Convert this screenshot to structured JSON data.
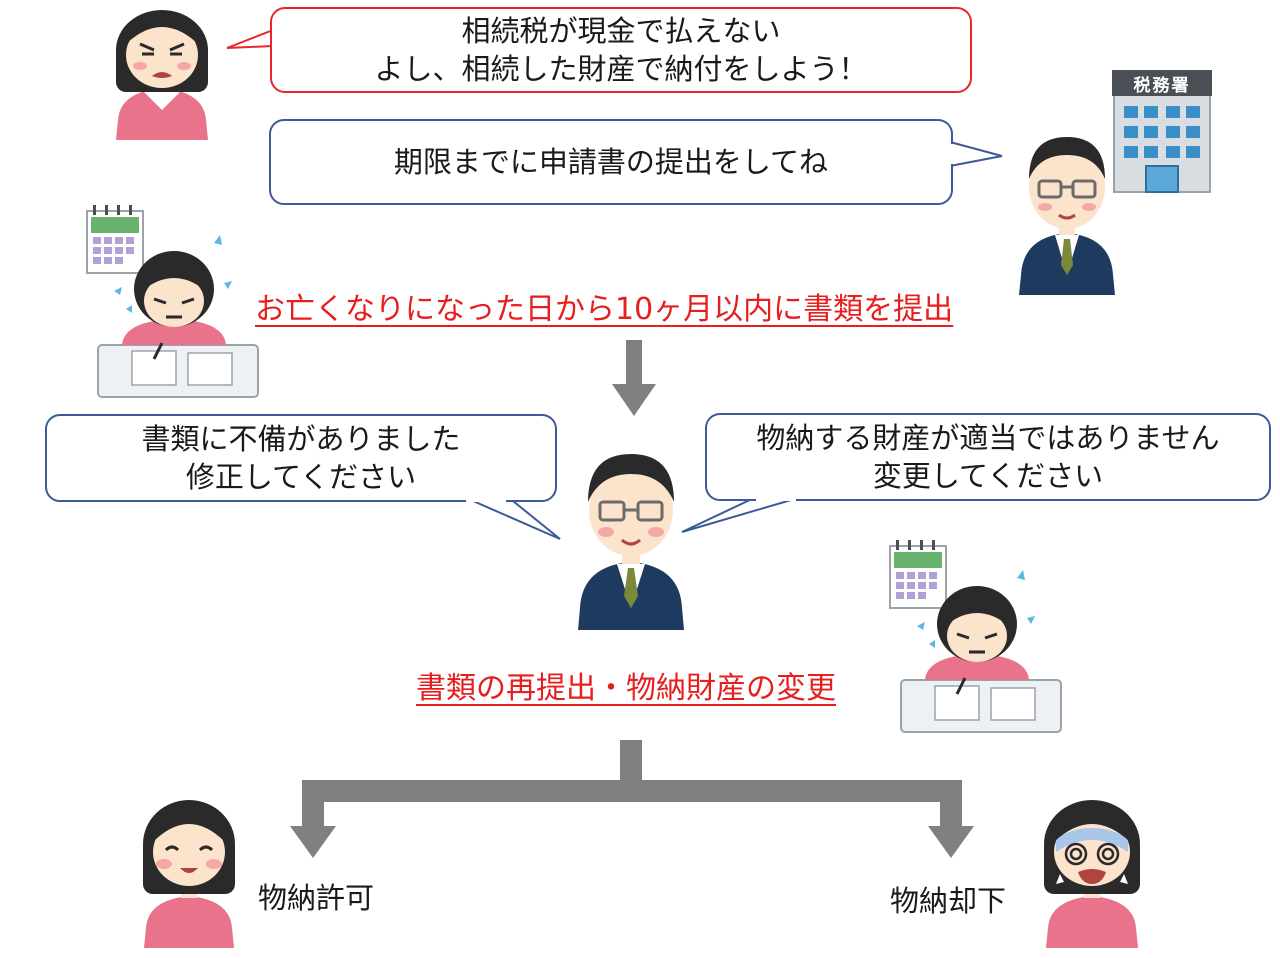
{
  "bubbles": {
    "top_left": {
      "line1": "相続税が現金で払えない",
      "line2": "よし、相続した財産で納付をしよう！"
    },
    "top_right": {
      "line1": "期限までに申請書の提出をしてね"
    },
    "mid_left": {
      "line1": "書類に不備がありました",
      "line2": "修正してください"
    },
    "mid_right": {
      "line1": "物納する財産が適当ではありません",
      "line2": "変更してください"
    }
  },
  "steps": {
    "step1": "お亡くなりになった日から10ヶ月以内に書類を提出",
    "step2": "書類の再提出・物納財産の変更"
  },
  "outcomes": {
    "approved": "物納許可",
    "rejected": "物納却下"
  },
  "building": {
    "sign": "税務署"
  },
  "colors": {
    "red_bubble_border": "#e8262c",
    "blue_bubble_border": "#3c5a9a",
    "highlight_text": "#e61e1e",
    "arrow": "#808080",
    "suit": "#1f3a5f",
    "shirt_pink": "#e9738a",
    "hair": "#2a2a2a",
    "skin": "#fbe3cc"
  }
}
